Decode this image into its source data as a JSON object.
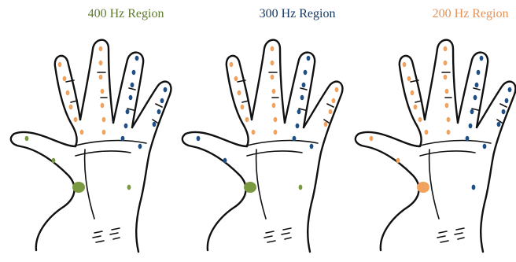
{
  "colors": {
    "green": "#7a9a42",
    "blue": "#1f4f86",
    "orange": "#f1a25e",
    "outline": "#111111"
  },
  "panels": [
    {
      "title": "400 Hz Region",
      "title_color": "#5f7a30",
      "marker_colors": {
        "thumb": "green",
        "index": "orange",
        "middle": "orange",
        "ring": "blue",
        "little": "blue",
        "palm": "blue",
        "thenar_small": "green",
        "thenar_large": "green",
        "hypothenar": "green"
      }
    },
    {
      "title": "300 Hz Region",
      "title_color": "#14365e",
      "marker_colors": {
        "thumb": "blue",
        "index": "orange",
        "middle": "orange",
        "ring": "blue",
        "little": "orange",
        "palm": "blue",
        "thenar_small": "blue",
        "thenar_large": "green",
        "hypothenar": "green"
      }
    },
    {
      "title": "200 Hz Region",
      "title_color": "#e2935a",
      "marker_colors": {
        "thumb": "orange",
        "index": "orange",
        "middle": "orange",
        "ring": "blue",
        "little": "blue",
        "palm": "blue",
        "thenar_small": "orange",
        "thenar_large": "orange",
        "hypothenar": "blue"
      }
    }
  ]
}
